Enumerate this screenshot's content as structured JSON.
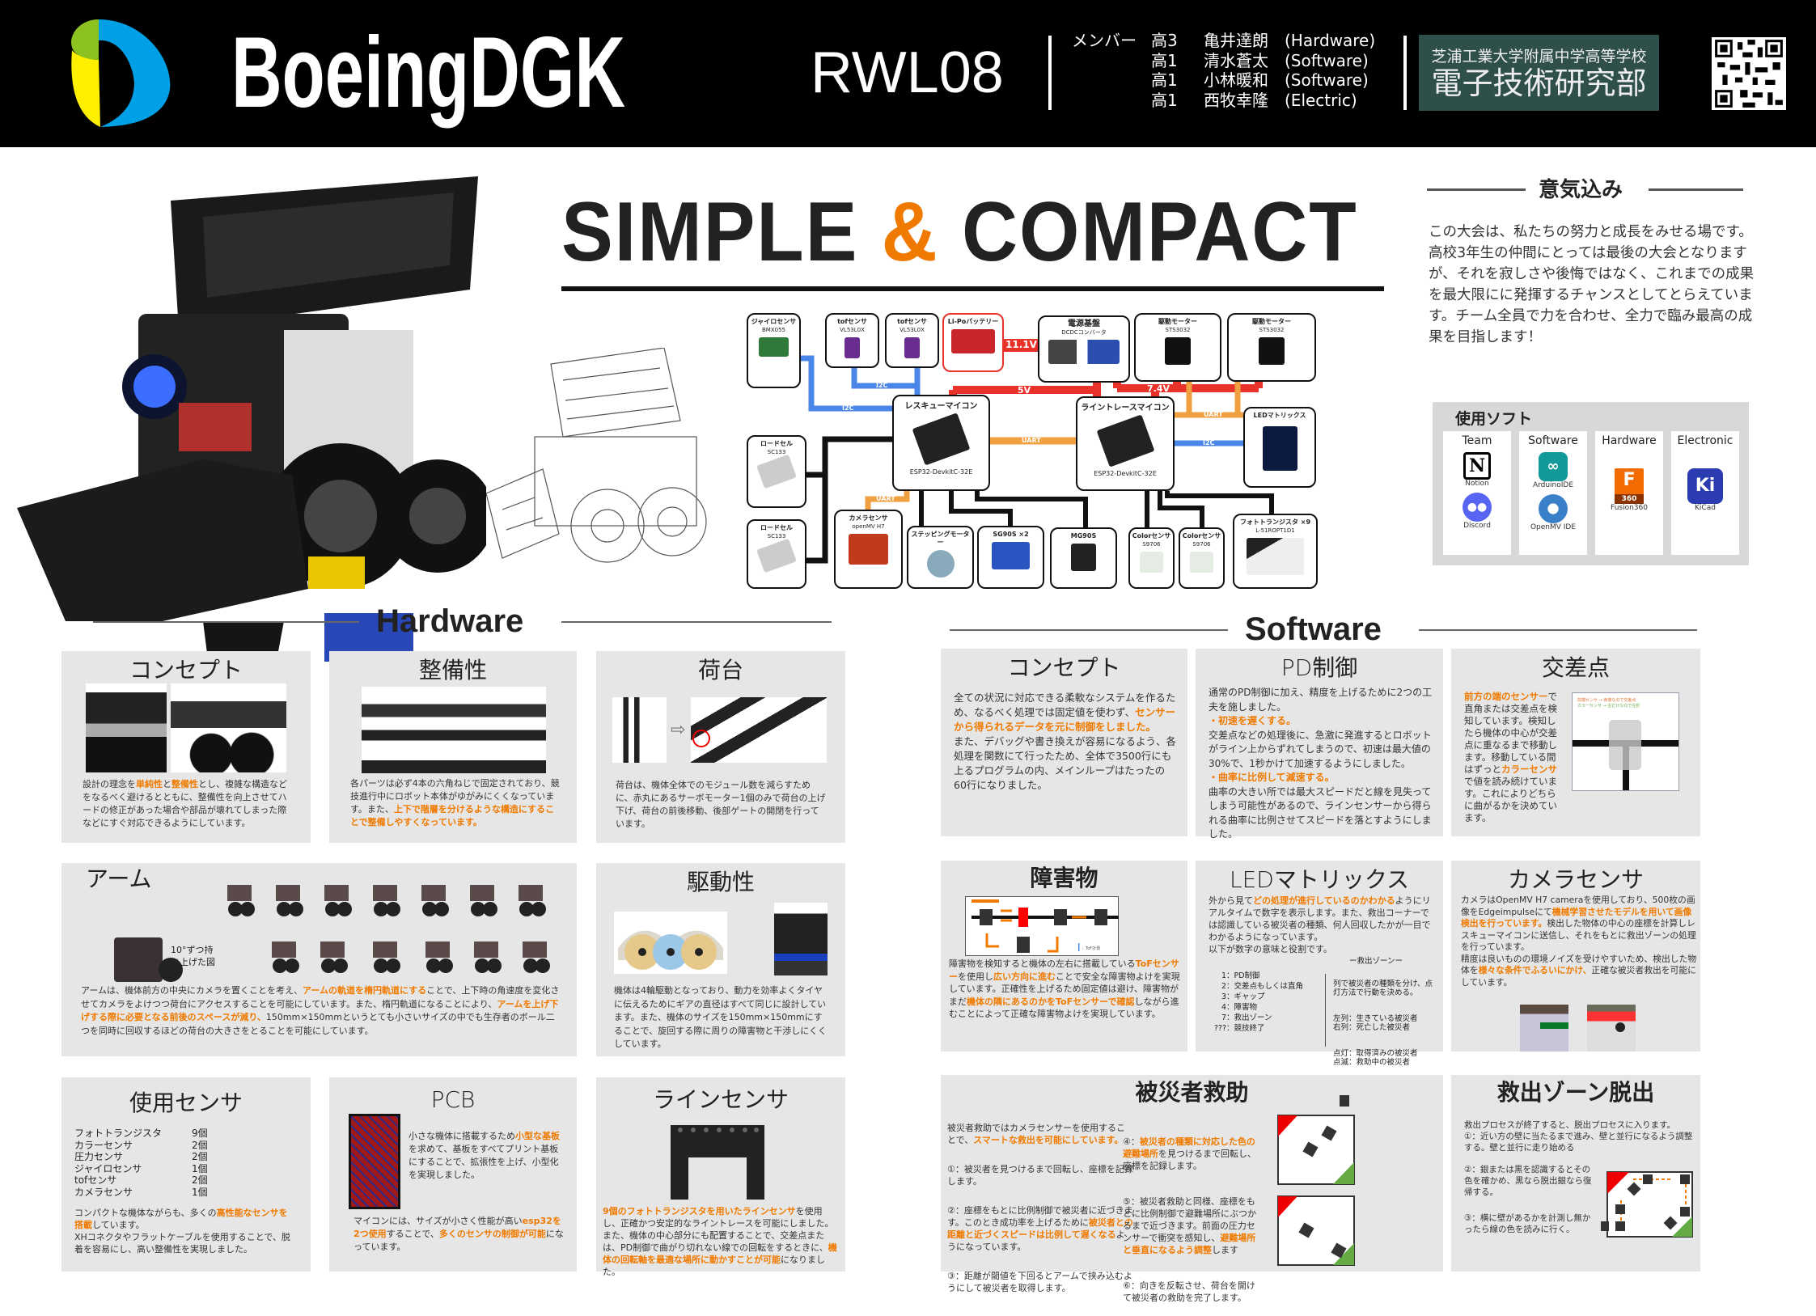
{
  "header": {
    "brand": "BoeingDGK",
    "team_code": "RWL08",
    "members_label": "メンバー",
    "members": [
      {
        "grade": "高3",
        "name": "亀井達朗",
        "role": "(Hardware)"
      },
      {
        "grade": "高1",
        "name": "清水蒼太",
        "role": "(Software)"
      },
      {
        "grade": "高1",
        "name": "小林暖和",
        "role": "(Software)"
      },
      {
        "grade": "高1",
        "name": "西牧幸隆",
        "role": "(Electric)"
      }
    ],
    "school_line1": "芝浦工業大学附属中学高等学校",
    "school_line2": "電子技術研究部"
  },
  "colors": {
    "accent": "#f07a00",
    "school_bg": "#2f4f4a",
    "card_bg": "#e6e6e6",
    "i2c": "#4a86e8",
    "power": "#e8322a",
    "uart": "#f0a040"
  },
  "hero": {
    "title_a": "SIMPLE",
    "title_amp": "&",
    "title_b": "COMPACT"
  },
  "diagram": {
    "gyro": {
      "t": "ジャイロセンサ",
      "s": "BMX055"
    },
    "tof1": {
      "t": "tofセンサ",
      "s": "VL53L0X"
    },
    "tof2": {
      "t": "tofセンサ",
      "s": "VL53L0X"
    },
    "lipo": {
      "t": "Li-Poバッテリー",
      "s": ""
    },
    "power": {
      "t": "電源基盤",
      "s": "DCDCコンバータ"
    },
    "motor1": {
      "t": "駆動モーター",
      "s": "STS3032"
    },
    "motor2": {
      "t": "駆動モーター",
      "s": "STS3032"
    },
    "rescue": {
      "t": "レスキューマイコン",
      "s": "ESP32-DevkitC-32E"
    },
    "line": {
      "t": "ライントレースマイコン",
      "s": "ESP32-DevkitC-32E"
    },
    "led": {
      "t": "LEDマトリックス",
      "s": ""
    },
    "load1": {
      "t": "ロードセル",
      "s": "SC133"
    },
    "load2": {
      "t": "ロードセル",
      "s": "SC133"
    },
    "camera": {
      "t": "カメラセンサ",
      "s": "openMV H7"
    },
    "stepper": {
      "t": "ステッピングモーター",
      "s": ""
    },
    "sg90": {
      "t": "SG90S ×2",
      "s": ""
    },
    "mg90": {
      "t": "MG90S",
      "s": ""
    },
    "color1": {
      "t": "Colorセンサ",
      "s": "S9706"
    },
    "color2": {
      "t": "Colorセンサ",
      "s": "S9706"
    },
    "photo": {
      "t": "フォトトランジスタ ×9",
      "s": "L-51ROPT1D1"
    },
    "v111": "11.1V",
    "v5": "5V",
    "v74": "7.4V",
    "i2c": "I2C",
    "uart": "UART"
  },
  "motivation": {
    "title": "意気込み",
    "text": "この大会は、私たちの努力と成長をみせる場です。高校3年生の仲間にとっては最後の大会となりますが、それを寂しさや後悔ではなく、これまでの成果を最大限にに発揮するチャンスとしてとらえています。チーム全員で力を合わせ、全力で臨み最高の成果を目指します！"
  },
  "software_used": {
    "title": "使用ソフト",
    "columns": [
      {
        "head": "Team",
        "tools": [
          "Notion",
          "Discord"
        ]
      },
      {
        "head": "Software",
        "tools": [
          "ArduinoIDE",
          "OpenMV IDE"
        ]
      },
      {
        "head": "Hardware",
        "tools": [
          "Fusion360"
        ]
      },
      {
        "head": "Electronic",
        "tools": [
          "KiCad"
        ]
      }
    ],
    "fusion_badge": "360"
  },
  "hardware": {
    "heading": "Hardware",
    "concept": {
      "title": "コンセプト",
      "body": [
        [
          "設計の理念を",
          0
        ],
        [
          "単純性",
          1
        ],
        [
          "と",
          0
        ],
        [
          "整備性",
          1
        ],
        [
          "とし、複雑な構造などをなるべく避けるとともに、整備性を向上させてハードの修正があった場合や部品が壊れてしまった際などにすぐ対応できるようにしています。",
          0
        ]
      ]
    },
    "maintain": {
      "title": "整備性",
      "body": [
        [
          "各パーツは必ず4本の六角ねじで固定されており、競技進行中にロボット本体がゆがみにくくなっています。また、",
          0
        ],
        [
          "上下で階層を分けるような構造にすることで整備しやすくなっています。",
          1
        ]
      ]
    },
    "cargo": {
      "title": "荷台",
      "body": [
        [
          "荷台は、機体全体でのモジュール数を減らすために、赤丸にあるサーボモーター1個のみで荷台の上げ下げ、荷台の前後移動、後部ゲートの開閉を行っています。",
          0
        ]
      ]
    },
    "arm": {
      "title": "アーム",
      "caption": "10°ずつ持ち上げた図",
      "body": [
        [
          "アームは、機体前方の中央にカメラを置くことを考え、",
          0
        ],
        [
          "アームの軌道を楕円軌道にする",
          1
        ],
        [
          "ことで、上下時の角速度を変化させてカメラをよけつつ荷台にアクセスすることを可能にしています。また、楕円軌道になることにより、",
          0
        ],
        [
          "アームを上げ下げする際に必要となる前後のスペースが減り、",
          1
        ],
        [
          "150mm×150mmというとても小さいサイズの中でも生存者のボール二つを同時に回収するほどの荷台の大きさをとることを可能にしています。",
          0
        ]
      ]
    },
    "drive": {
      "title": "駆動性",
      "body": [
        [
          "機体は4輪駆動となっており、動力を効率よくタイヤに伝えるためにギアの直径はすべて同じに設計しています。また、機体のサイズを150mm×150mmにすることで、旋回する際に周りの障害物と干渉しにくくしています。",
          0
        ]
      ]
    },
    "sensors": {
      "title": "使用センサ",
      "list": [
        {
          "n": "フォトトランジスタ",
          "c": "9個"
        },
        {
          "n": "カラーセンサ",
          "c": "2個"
        },
        {
          "n": "圧力センサ",
          "c": "2個"
        },
        {
          "n": "ジャイロセンサ",
          "c": "1個"
        },
        {
          "n": "tofセンサ",
          "c": "2個"
        },
        {
          "n": "カメラセンサ",
          "c": "1個"
        }
      ],
      "body": [
        [
          "コンパクトな機体ながらも、多くの",
          0
        ],
        [
          "高性能なセンサを搭載",
          1
        ],
        [
          "しています。\nXHコネクタやフラットケーブルを使用することで、脱着を容易にし、高い整備性を実現しました。",
          0
        ]
      ]
    },
    "pcb": {
      "title": "PCB",
      "body1": [
        [
          "小さな機体に搭載するため",
          0
        ],
        [
          "小型な基板",
          1
        ],
        [
          "を求めて、基板をすべてプリント基板にすることで、拡張性を上げ、小型化を実現しました。",
          0
        ]
      ],
      "body2": [
        [
          "マイコンには、サイズが小さく性能が高い",
          0
        ],
        [
          "esp32を2つ使用",
          1
        ],
        [
          "することで、",
          0
        ],
        [
          "多くのセンサの制御が可能",
          1
        ],
        [
          "になっています。",
          0
        ]
      ]
    },
    "linesensor": {
      "title": "ラインセンサ",
      "body": [
        [
          "9個のフォトトランジスタを用いたラインセンサ",
          1
        ],
        [
          "を使用し、正確かつ安定的なライントレースを可能にしました。また、機体の中心部分にも配置することで、交差点または、PD制御で曲がり切れない線での回転をするときに、",
          0
        ],
        [
          "機体の回転軸を最適な場所に動かすことが可能",
          1
        ],
        [
          "になりました。",
          0
        ]
      ]
    }
  },
  "software": {
    "heading": "Software",
    "concept": {
      "title": "コンセプト",
      "body": [
        [
          "全ての状況に対応できる柔軟なシステムを作るため、なるべく処理では固定値を使わず、",
          0
        ],
        [
          "センサーから得られるデータを元に制御をしました。",
          1
        ],
        [
          "\nまた、デバッグや書き換えが容易になるよう、各処理を関数にて行ったため、全体で3500行にも上るプログラムの内、メインループはたったの60行になりました。",
          0
        ]
      ]
    },
    "pd": {
      "title": "PD制御",
      "body": [
        [
          "通常のPD制御に加え、精度を上げるために2つの工夫を施しました。\n",
          0
        ],
        [
          "・初速を遅くする。\n",
          1
        ],
        [
          "交差点などの処理後に、急激に発進するとロボットがライン上からずれてしまうので、初速は最大値の30%で、1秒かけて加速するようにしました。\n",
          0
        ],
        [
          "・曲率に比例して減速する。\n",
          1
        ],
        [
          "曲率の大きい所では最大スピードだと線を見失ってしまう可能性があるので、ラインセンサーから得られる曲率に比例させてスピードを落とすようにしました。",
          0
        ]
      ]
    },
    "intersection": {
      "title": "交差点",
      "legend1": "前端センサ → 両側なので交差点",
      "legend2": "カラーセンサ → 左だけなので左折",
      "body": [
        [
          "前方の端のセンサー",
          1
        ],
        [
          "で直角または交差点を検知しています。検知したら機体の中心が交差点に重なるまで移動します。移動している間はずっと",
          0
        ],
        [
          "カラーセンサ",
          1
        ],
        [
          "で値を読み続けています。これによりどちらに曲がるかを決めています。",
          0
        ]
      ]
    },
    "obstacle": {
      "title": "障害物",
      "legend": "：ToF計測",
      "body": [
        [
          "障害物を検知すると機体の左右に搭載している",
          0
        ],
        [
          "ToFセンサー",
          1
        ],
        [
          "を使用し",
          0
        ],
        [
          "広い方向に進む",
          1
        ],
        [
          "ことで安全な障害物よけを実現しています。正確性を上げるため固定値は避け、障害物がまだ",
          0
        ],
        [
          "機体の隣にあるのかをToFセンサーで確認",
          1
        ],
        [
          "しながら進むことによって正確な障害物よけを実現しています。",
          0
        ]
      ]
    },
    "led": {
      "title": "LEDマトリックス",
      "body": [
        [
          "外から見て",
          0
        ],
        [
          "どの処理が進行しているのかわかる",
          1
        ],
        [
          "ようにリアルタイムで数字を表示します。また、救出コーナーでは認識している被災者の種類、何人回収したかが一目でわかるようになっています。\n以下が数字の意味と役割です。",
          0
        ]
      ],
      "zone_head": "ー救出ゾーンー",
      "codes": [
        {
          "k": "1",
          "v": "：PD制御"
        },
        {
          "k": "2",
          "v": "：交差点もしくは直角"
        },
        {
          "k": "3",
          "v": "：ギャップ"
        },
        {
          "k": "4",
          "v": "：障害物"
        },
        {
          "k": "7",
          "v": "：救出ゾーン"
        },
        {
          "k": "???",
          "v": "：競技終了"
        }
      ],
      "zone": [
        "列で被災者の種類を分け、点灯方法で行動を決める。",
        "左列：生きている被災者\n右列：死亡した被災者",
        "点灯：取得済みの被災者\n点滅：救助中の被災者"
      ]
    },
    "camera": {
      "title": "カメラセンサ",
      "body": [
        [
          "カメラはOpenMV H7 cameraを使用しており、500枚の画像をEdgeimpulseにて",
          0
        ],
        [
          "機械学習させたモデルを用いて画像検出を行っています。",
          1
        ],
        [
          "検出した物体の中心の座標を計算しレスキューマイコンに送信し、それをもとに救出ゾーンの処理を行っています。\n精度は良いものの環境ノイズを受けやすいため、検出した物体を",
          0
        ],
        [
          "様々な条件でふるいにかけ、",
          1
        ],
        [
          "正確な被災者救出を可能にしています。",
          0
        ]
      ]
    },
    "rescue": {
      "title": "被災者救助",
      "left": [
        [
          [
            "被災者救助ではカメラセンサーを使用することで、",
            0
          ],
          [
            "スマートな救出を可能にしています。",
            1
          ]
        ],
        [
          [
            "①：被災者を見つけるまで回転し、座標を記録します。",
            0
          ]
        ],
        [
          [
            "②：座標をもとに比例制御で被災者に近づきます。このとき成功率を上げるために",
            0
          ],
          [
            "被災者との距離と近づくスピードは比例して遅くなる",
            1
          ],
          [
            "ようになっています。",
            0
          ]
        ],
        [
          [
            "③：距離が閾値を下回るとアームで挟み込むようにして被災者を取得します。",
            0
          ]
        ]
      ],
      "right": [
        [
          [
            "④：",
            0
          ],
          [
            "被災者の種類に対応した色の避難場所",
            1
          ],
          [
            "を見つけるまで回転し、座標を記録します。",
            0
          ]
        ],
        [
          [
            "⑤：被災者救助と同様、座標をもとに比例制御で避難場所にぶつかるまで近づきます。前面の圧力センサーで衝突を感知し、",
            0
          ],
          [
            "避難場所と垂直になるよう調整",
            1
          ],
          [
            "します",
            0
          ]
        ],
        [
          [
            "⑥：向きを反転させ、荷台を開けて被災者の救助を完了します。",
            0
          ]
        ]
      ]
    },
    "escape": {
      "title": "救出ゾーン脱出",
      "p1": "救出プロセスが終了すると、脱出プロセスに入ります。\n①：近い方の壁に当たるまで進み、壁と並行になるよう調整する。壁と並行に走り始める",
      "p2": "②：銀または黒を認識するとその色を確かめ、黒なら脱出銀なら復帰する。",
      "p3": "③：横に壁があるかを計測し無かったら線の色を読みに行く。"
    }
  }
}
